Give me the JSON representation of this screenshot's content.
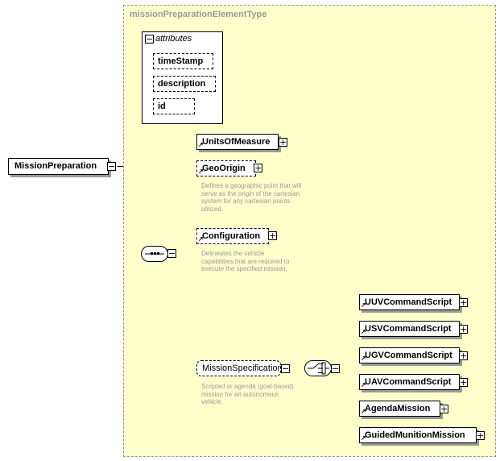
{
  "root": {
    "name": "MissionPreparation"
  },
  "complex_type": {
    "name": "missionPreparationElementType"
  },
  "attributes": {
    "title": "attributes",
    "items": [
      "timeStamp",
      "description",
      "id"
    ]
  },
  "sequence_children": [
    {
      "name": "UnitsOfMeasure",
      "optional": false,
      "description": ""
    },
    {
      "name": "GeoOrigin",
      "optional": true,
      "description": "Defines a geographic point that will serve as the origin of the cartesian system for any cartesian points utilized."
    },
    {
      "name": "Configuration",
      "optional": true,
      "description": "Delineates the vehicle capabilities that are required to execute the specified mission."
    },
    {
      "name": "MissionSpecification",
      "optional": true,
      "description": "Scripted or agenda (goal-based) mission for an autonomous vehicle."
    }
  ],
  "choice_children": [
    "UUVCommandScript",
    "USVCommandScript",
    "UGVCommandScript",
    "UAVCommandScript",
    "AgendaMission",
    "GuidedMunitionMission"
  ],
  "colors": {
    "type_fill": "#ffffcc",
    "type_border": "#999999",
    "desc_text": "#999999",
    "shadow": "#999999"
  },
  "icons": {
    "expand": "plus-box-icon",
    "collapse": "minus-box-icon",
    "sequence": "sequence-compositor-icon",
    "choice": "choice-compositor-icon",
    "reference": "reference-arrow-icon"
  }
}
